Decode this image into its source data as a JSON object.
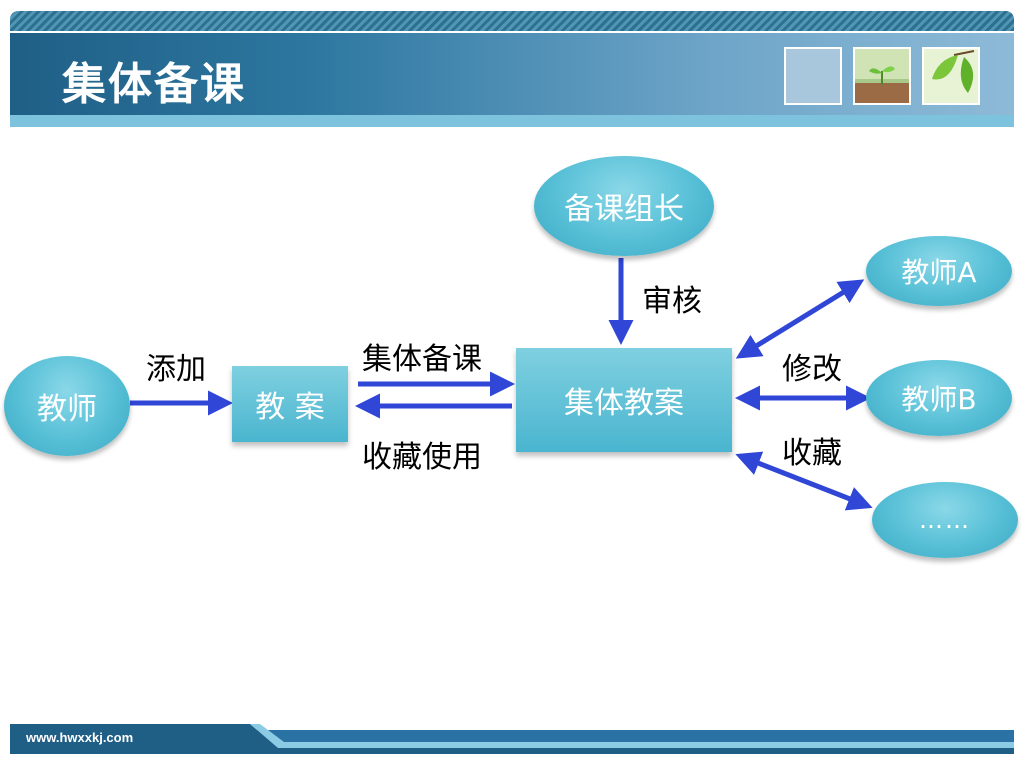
{
  "slide": {
    "title": "集体备课",
    "footer_url": "www.hwxxkj.com"
  },
  "diagram": {
    "nodes": {
      "teacher": "教师",
      "lesson_plan": "教 案",
      "collective_plan": "集体教案",
      "group_leader": "备课组长",
      "teacher_a": "教师A",
      "teacher_b": "教师B",
      "more": "……"
    },
    "edge_labels": {
      "add": "添加",
      "collective_prep": "集体备课",
      "collect_use": "收藏使用",
      "review": "审核",
      "modify": "修改",
      "collect": "收藏"
    }
  },
  "colors": {
    "node_fill": "#56bfd6",
    "arrow": "#2f46d6",
    "header": "#2d77a0"
  }
}
